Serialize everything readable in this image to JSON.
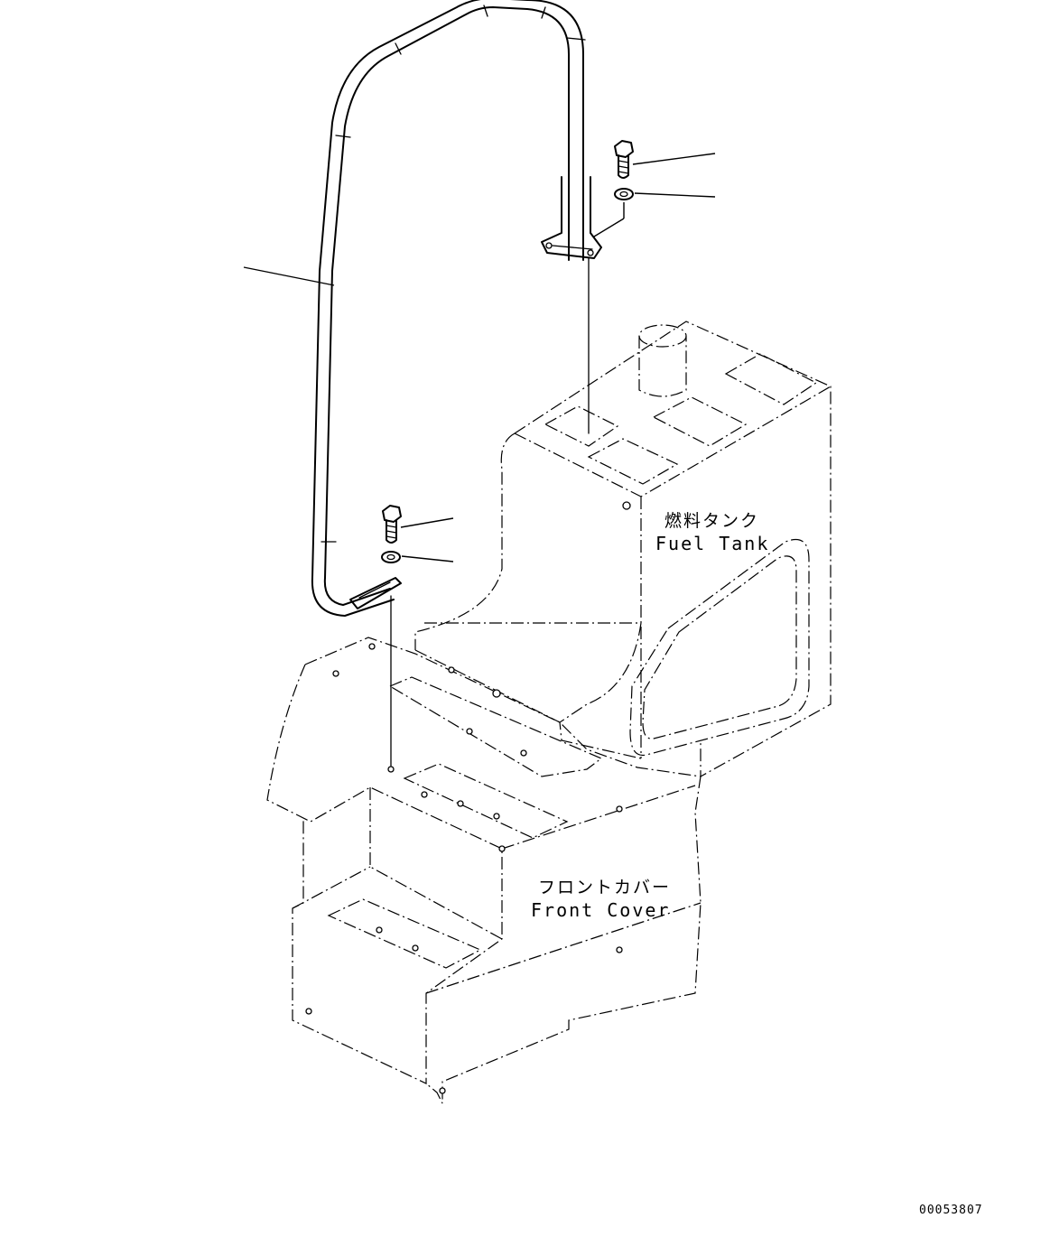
{
  "labels": {
    "fuel_tank_jp": "燃料タンク",
    "fuel_tank_en": "Fuel Tank",
    "front_cover_jp": "フロントカバー",
    "front_cover_en": "Front Cover"
  },
  "drawing_number": "00053807"
}
